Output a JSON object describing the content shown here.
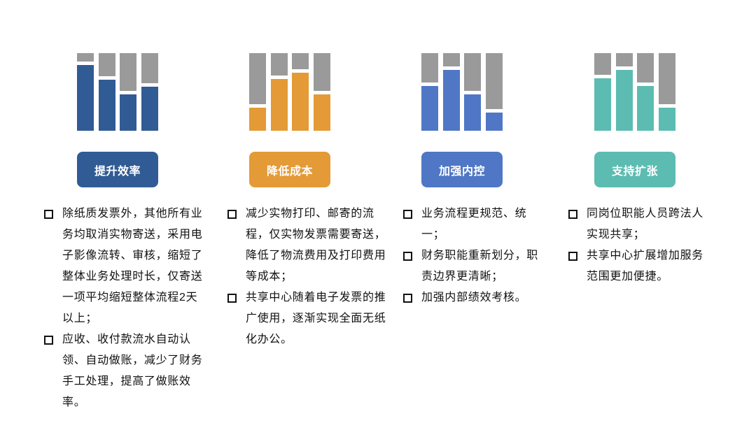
{
  "colors": {
    "gray": "#9a9a9a"
  },
  "columns": [
    {
      "title": "提升效率",
      "color": "#315b94",
      "bars_fill": [
        0.85,
        0.66,
        0.47,
        0.57
      ],
      "bullets": [
        "除纸质发票外，其他所有业务均取消实物寄送，采用电子影像流转、审核，缩短了整体业务处理时长，仅寄送一项平均缩短整体流程2天以上；",
        "应收、收付款流水自动认领、自动做账，减少了财务手工处理，提高了做账效率。"
      ]
    },
    {
      "title": "降低成本",
      "color": "#e49a36",
      "bars_fill": [
        0.3,
        0.67,
        0.75,
        0.47
      ],
      "bullets": [
        "减少实物打印、邮寄的流程，仅实物发票需要寄送，降低了物流费用及打印费用等成本；",
        "共享中心随着电子发票的推广使用，逐渐实现全面无纸化办公。"
      ]
    },
    {
      "title": "加强内控",
      "color": "#4f77c5",
      "bars_fill": [
        0.58,
        0.78,
        0.47,
        0.23
      ],
      "bullets": [
        "业务流程更规范、统一；",
        "财务职能重新划分，职责边界更清晰；",
        "加强内部绩效考核。"
      ]
    },
    {
      "title": "支持扩张",
      "color": "#5cbcb1",
      "bars_fill": [
        0.68,
        0.78,
        0.58,
        0.3
      ],
      "bullets": [
        "同岗位职能人员跨法人实现共享；",
        "共享中心扩展增加服务范围更加便捷。"
      ]
    }
  ]
}
